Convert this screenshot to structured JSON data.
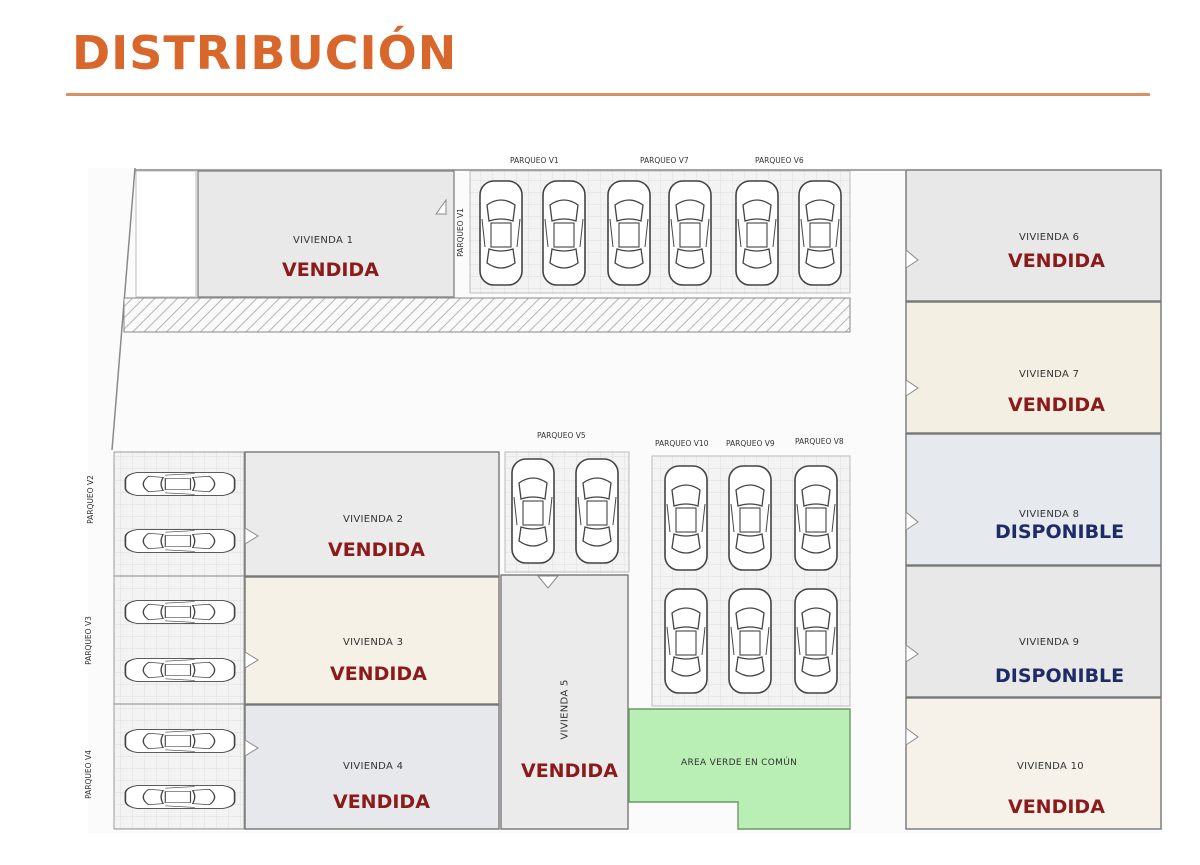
{
  "title": "DISTRIBUCIÓN",
  "colors": {
    "title": "#d9662b",
    "sold": "#8b1a1a",
    "available": "#1d2c66",
    "green_area": "#b9efb4"
  },
  "units": {
    "v1": {
      "name": "VIVIENDA 1",
      "status": "VENDIDA"
    },
    "v2": {
      "name": "VIVIENDA 2",
      "status": "VENDIDA"
    },
    "v3": {
      "name": "VIVIENDA 3",
      "status": "VENDIDA"
    },
    "v4": {
      "name": "VIVIENDA 4",
      "status": "VENDIDA"
    },
    "v5": {
      "name": "VIVIENDA 5",
      "status": "VENDIDA"
    },
    "v6": {
      "name": "VIVIENDA 6",
      "status": "VENDIDA"
    },
    "v7": {
      "name": "VIVIENDA 7",
      "status": "VENDIDA"
    },
    "v8": {
      "name": "VIVIENDA 8",
      "status": "DISPONIBLE"
    },
    "v9": {
      "name": "VIVIENDA  9",
      "status": "DISPONIBLE"
    },
    "v10": {
      "name": "VIVIENDA 10",
      "status": "VENDIDA"
    }
  },
  "parking": {
    "p_v1_top": "PARQUEO V1",
    "p_v7": "PARQUEO V7",
    "p_v6": "PARQUEO V6",
    "p_v1_side": "PARQUEO V1",
    "p_v5": "PARQUEO V5",
    "p_v10": "PARQUEO V10",
    "p_v9": "PARQUEO V9",
    "p_v8": "PARQUEO V8",
    "p_v2": "PARQUEO V2",
    "p_v3": "PARQUEO V3",
    "p_v4": "PARQUEO V4"
  },
  "green_area": "AREA VERDE EN COMÚN"
}
